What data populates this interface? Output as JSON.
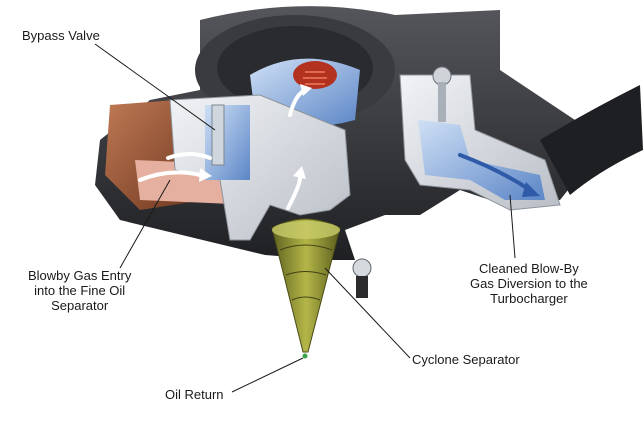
{
  "labels": {
    "bypass_valve": "Bypass Valve",
    "blowby_entry": [
      "Blowby Gas Entry",
      "into the Fine Oil",
      "Separator"
    ],
    "cleaned_blowby": [
      "Cleaned Blow-By",
      "Gas Diversion to the",
      "Turbocharger"
    ],
    "cyclone_separator": "Cyclone Separator",
    "oil_return": "Oil Return"
  },
  "colors": {
    "housing_dark": "#2b2b2e",
    "housing_mid": "#4a4a4e",
    "cutaway_light": "#d9dde3",
    "inlet_copper": "#8a4a2e",
    "cyclone_olive": "#8c8f2a",
    "flow_blue": "#2f5aa8",
    "spring_red": "#b3321f"
  }
}
